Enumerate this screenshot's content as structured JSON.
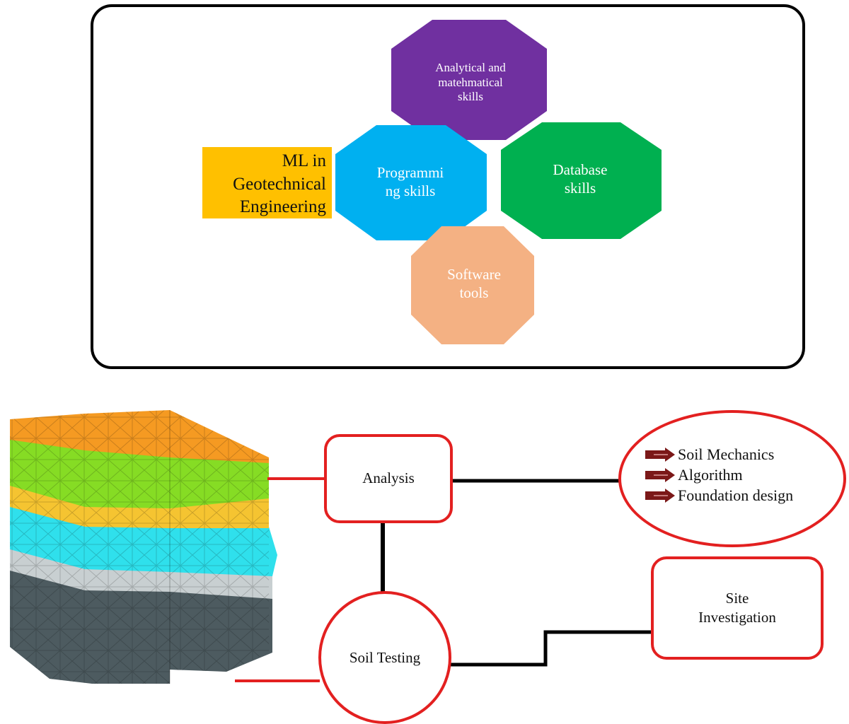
{
  "skills_panel": {
    "hexagons": [
      {
        "id": "analytical",
        "label": "Analytical and\nmatehmatical\nskills",
        "color": "#7030a0"
      },
      {
        "id": "programming",
        "label": "Programmi\nng skills",
        "color": "#00b0f0"
      },
      {
        "id": "database",
        "label": "Database\nskills",
        "color": "#00b050"
      },
      {
        "id": "software",
        "label": "Software\ntools",
        "color": "#f4b183"
      }
    ],
    "ml_label": "ML in\nGeotechnical\nEngineering",
    "ml_color": "#ffc000"
  },
  "flow": {
    "analysis": "Analysis",
    "soil_testing": "Soil Testing",
    "site_investigation": "Site\nInvestigation",
    "topics": [
      "Soil Mechanics",
      "Algorithm",
      "Foundation design"
    ],
    "bullet_icon": "arrow-bullet-icon",
    "bullet_color": "#7b1818",
    "border_color": "#e32020"
  }
}
